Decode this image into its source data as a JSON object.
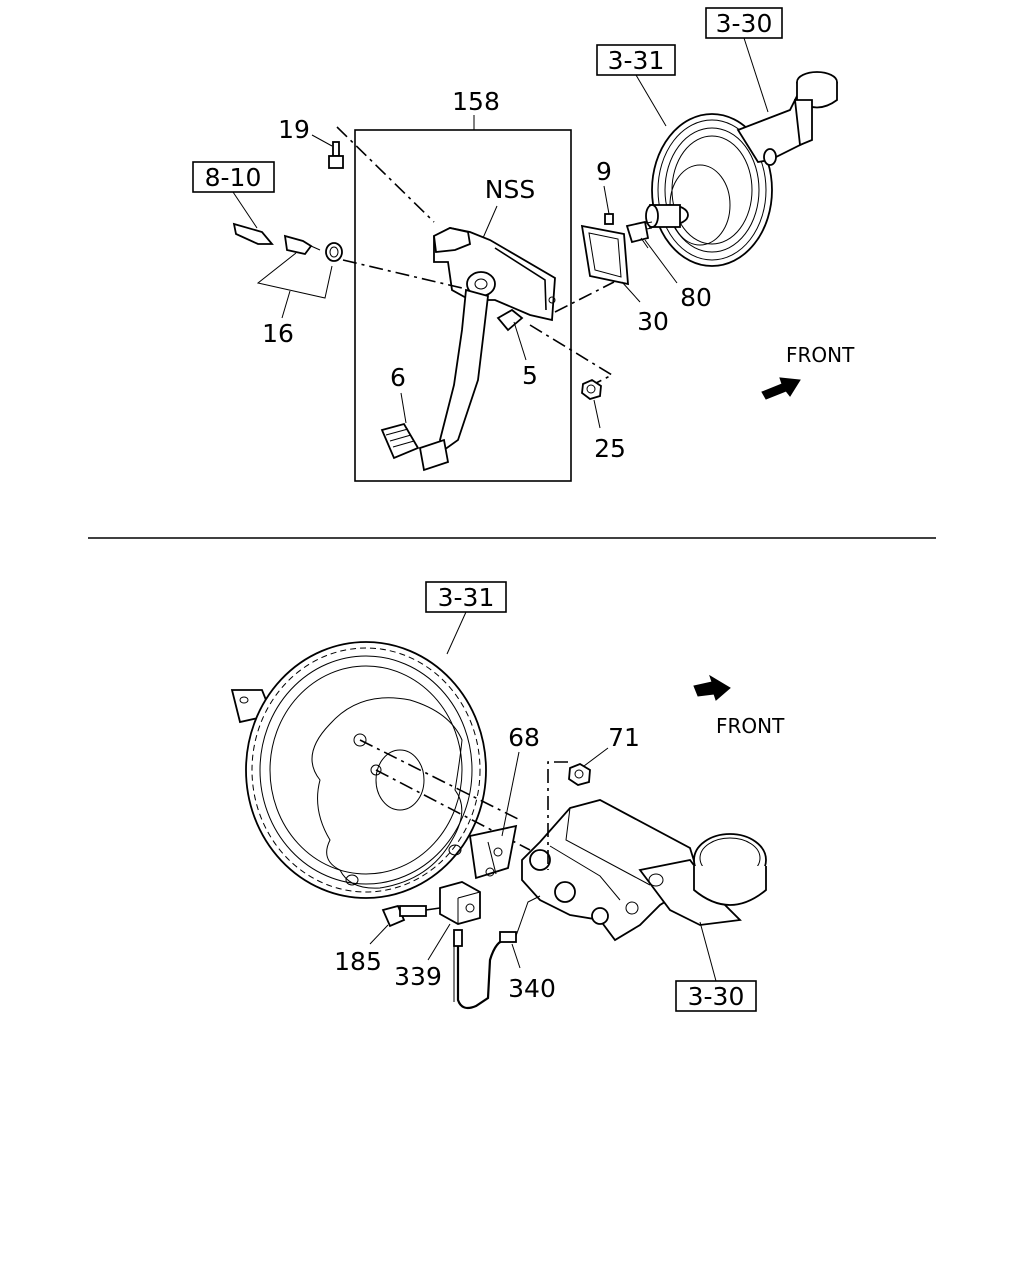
{
  "top": {
    "ref_3_30": "3-30",
    "ref_3_31": "3-31",
    "ref_8_10": "8-10",
    "part_158": "158",
    "part_19": "19",
    "part_nss": "NSS",
    "part_9": "9",
    "part_16": "16",
    "part_80": "80",
    "part_30": "30",
    "part_6": "6",
    "part_5": "5",
    "part_25": "25",
    "front": "FRONT"
  },
  "bottom": {
    "ref_3_31": "3-31",
    "ref_3_30": "3-30",
    "part_68": "68",
    "part_71": "71",
    "part_185": "185",
    "part_339": "339",
    "part_340": "340",
    "front": "FRONT"
  }
}
